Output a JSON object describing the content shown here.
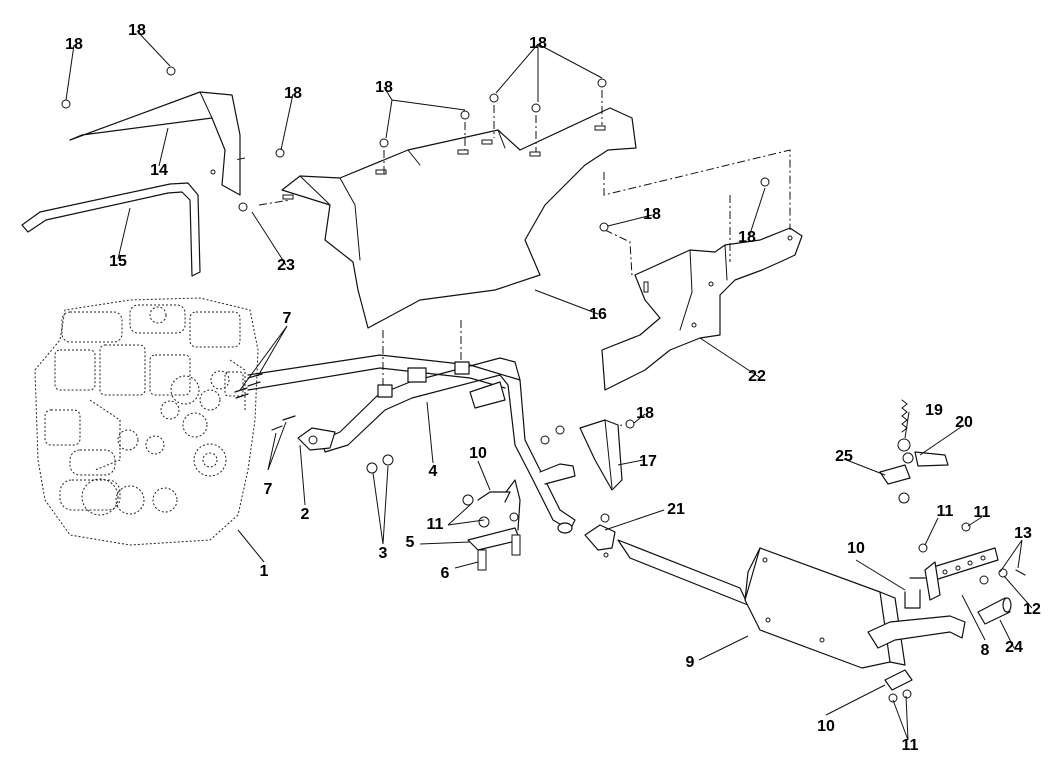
{
  "callouts": {
    "c1": "1",
    "c2": "2",
    "c3": "3",
    "c4": "4",
    "c5": "5",
    "c6": "6",
    "c7a": "7",
    "c7b": "7",
    "c8": "8",
    "c9": "9",
    "c10a": "10",
    "c10b": "10",
    "c10c": "10",
    "c11a": "11",
    "c11b": "11",
    "c11c": "11",
    "c11d": "11",
    "c12": "12",
    "c13": "13",
    "c14": "14",
    "c15": "15",
    "c16": "16",
    "c17": "17",
    "c18a": "18",
    "c18b": "18",
    "c18c": "18",
    "c18d": "18",
    "c18e": "18",
    "c18f": "18",
    "c18g": "18",
    "c18h": "18",
    "c19": "19",
    "c20": "20",
    "c21": "21",
    "c22": "22",
    "c23": "23",
    "c24": "24",
    "c25": "25"
  },
  "colors": {
    "line": "#111111",
    "background": "#ffffff"
  }
}
